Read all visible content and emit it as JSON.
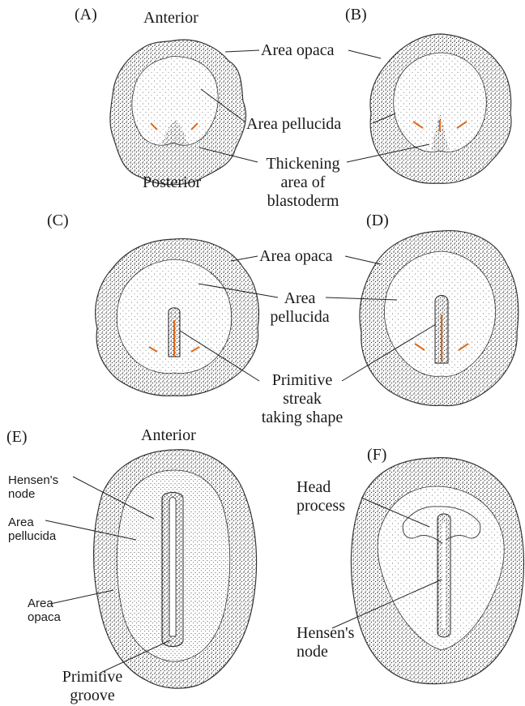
{
  "panels": {
    "a": "(A)",
    "b": "(B)",
    "c": "(C)",
    "d": "(D)",
    "e": "(E)",
    "f": "(F)"
  },
  "labels": {
    "anterior_top": "Anterior",
    "posterior": "Posterior",
    "area_opaca_ab": "Area opaca",
    "area_pellucida_ab": "Area pellucida",
    "thickening": "Thickening\narea of\nblastoderm",
    "area_opaca_cd": "Area opaca",
    "area_pellucida_cd": "Area\npellucida",
    "primitive_streak": "Primitive\nstreak\ntaking shape",
    "anterior_e": "Anterior",
    "hensens_node_e": "Hensen's\nnode",
    "area_pellucida_e": "Area\npellucida",
    "area_opaca_e": "Area\nopaca",
    "primitive_groove": "Primitive\ngroove",
    "head_process": "Head\nprocess",
    "hensens_node_f": "Hensen's\nnode"
  },
  "colors": {
    "ink": "#1a1a1a",
    "arrow": "#e06a1a",
    "background": "#ffffff"
  }
}
